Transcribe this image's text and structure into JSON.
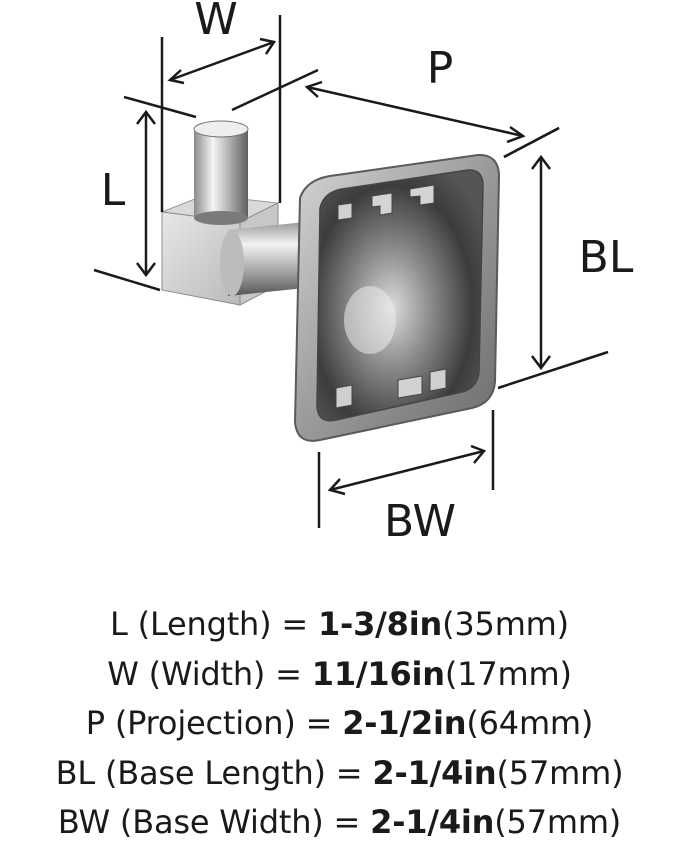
{
  "labels": {
    "W": "W",
    "L": "L",
    "P": "P",
    "BL": "BL",
    "BW": "BW"
  },
  "specs": [
    {
      "code": "L",
      "name": " (Length) = ",
      "imperial": "1-3/8in",
      "metric": "(35mm)"
    },
    {
      "code": "W",
      "name": " (Width) = ",
      "imperial": "11/16in",
      "metric": "(17mm)"
    },
    {
      "code": "P",
      "name": " (Projection) = ",
      "imperial": "2-1/2in",
      "metric": "(64mm)"
    },
    {
      "code": "BL",
      "name": " (Base Length) = ",
      "imperial": "2-1/4in",
      "metric": "(57mm)"
    },
    {
      "code": "BW",
      "name": " (Base Width) = ",
      "imperial": "2-1/4in",
      "metric": "(57mm)"
    }
  ],
  "colors": {
    "line": "#1a1a1a",
    "chrome_dark": "#4a4a4a",
    "chrome_light": "#e6e6e6"
  }
}
